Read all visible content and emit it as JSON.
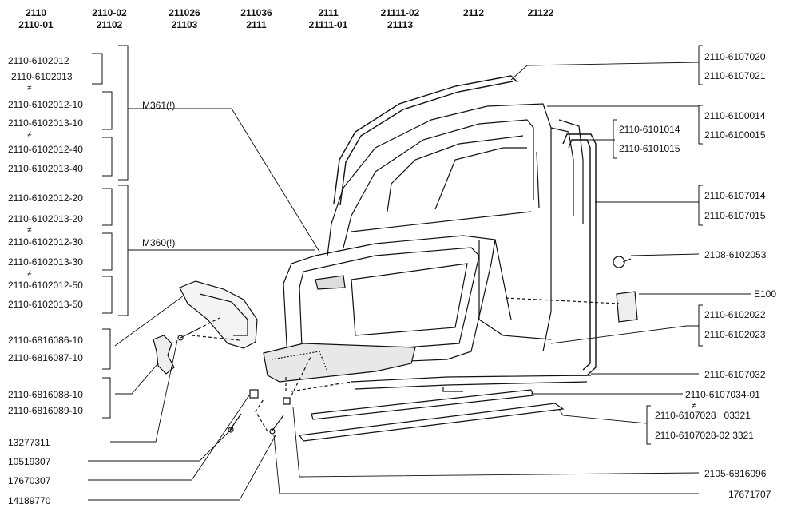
{
  "header": {
    "models": [
      {
        "top": "2110",
        "bottom": "2110-01"
      },
      {
        "top": "2110-02",
        "bottom": "21102"
      },
      {
        "top": "211026",
        "bottom": "21103"
      },
      {
        "top": "211036",
        "bottom": "2111"
      },
      {
        "top": "2111",
        "bottom": "21111-01"
      },
      {
        "top": "21111-02",
        "bottom": "21113"
      },
      {
        "top": "2112",
        "bottom": ""
      },
      {
        "top": "21122",
        "bottom": ""
      }
    ]
  },
  "left_labels": {
    "group_a": [
      "2110-6102012",
      "2110-6102013",
      "2110-6102012-10",
      "2110-6102013-10",
      "2110-6102012-40",
      "2110-6102013-40"
    ],
    "group_b": [
      "2110-6102012-20",
      "2110-6102013-20",
      "2110-6102012-30",
      "2110-6102013-30",
      "2110-6102012-50",
      "2110-6102013-50"
    ],
    "handle": [
      "2110-6816086-10",
      "2110-6816087-10"
    ],
    "cap": [
      "2110-6816088-10",
      "2110-6816089-10"
    ],
    "bottom": [
      "13277311",
      "10519307",
      "17670307",
      "14189770"
    ],
    "m361": "М361(!)",
    "m360": "М360(!)",
    "neq": "≠"
  },
  "right_labels": {
    "seal_top": [
      "2110-6107020",
      "2110-6107021"
    ],
    "door": [
      "2110-6100014",
      "2110-6100015"
    ],
    "channel": [
      "2110-6101014",
      "2110-6101015"
    ],
    "seal_frame": [
      "2110-6107014",
      "2110-6107015"
    ],
    "clip": "2108-6102053",
    "e100": "E100",
    "panel": [
      "2110-6102022",
      "2110-6102023"
    ],
    "seal_lower": "2110-6107032",
    "strip_1": "2110-6107034-01",
    "strip_2": "2110-6107028   03321",
    "strip_3": "2110-6107028-02 3321",
    "screw_1": "2105-6816096",
    "screw_2": "17671707",
    "neq": "≠"
  }
}
